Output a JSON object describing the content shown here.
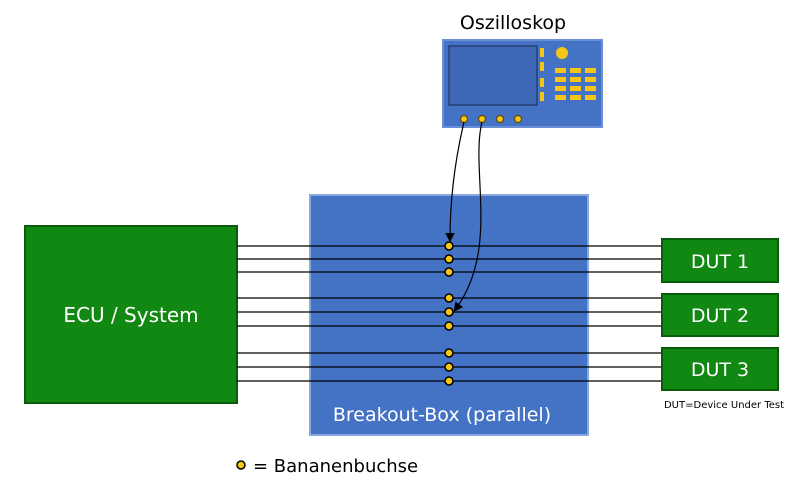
{
  "oscilloscope": {
    "label": "Oszilloskop"
  },
  "ecu": {
    "label": "ECU / System"
  },
  "breakout_box": {
    "label": "Breakout-Box (parallel)"
  },
  "duts": [
    {
      "label": "DUT 1"
    },
    {
      "label": "DUT 2"
    },
    {
      "label": "DUT 3"
    }
  ],
  "dut_note": "DUT=Device Under Test",
  "legend": {
    "label": "= Bananenbuchse"
  },
  "colors": {
    "box_blue": "#4472c4",
    "green": "#118811",
    "jack": "#f5c518"
  }
}
